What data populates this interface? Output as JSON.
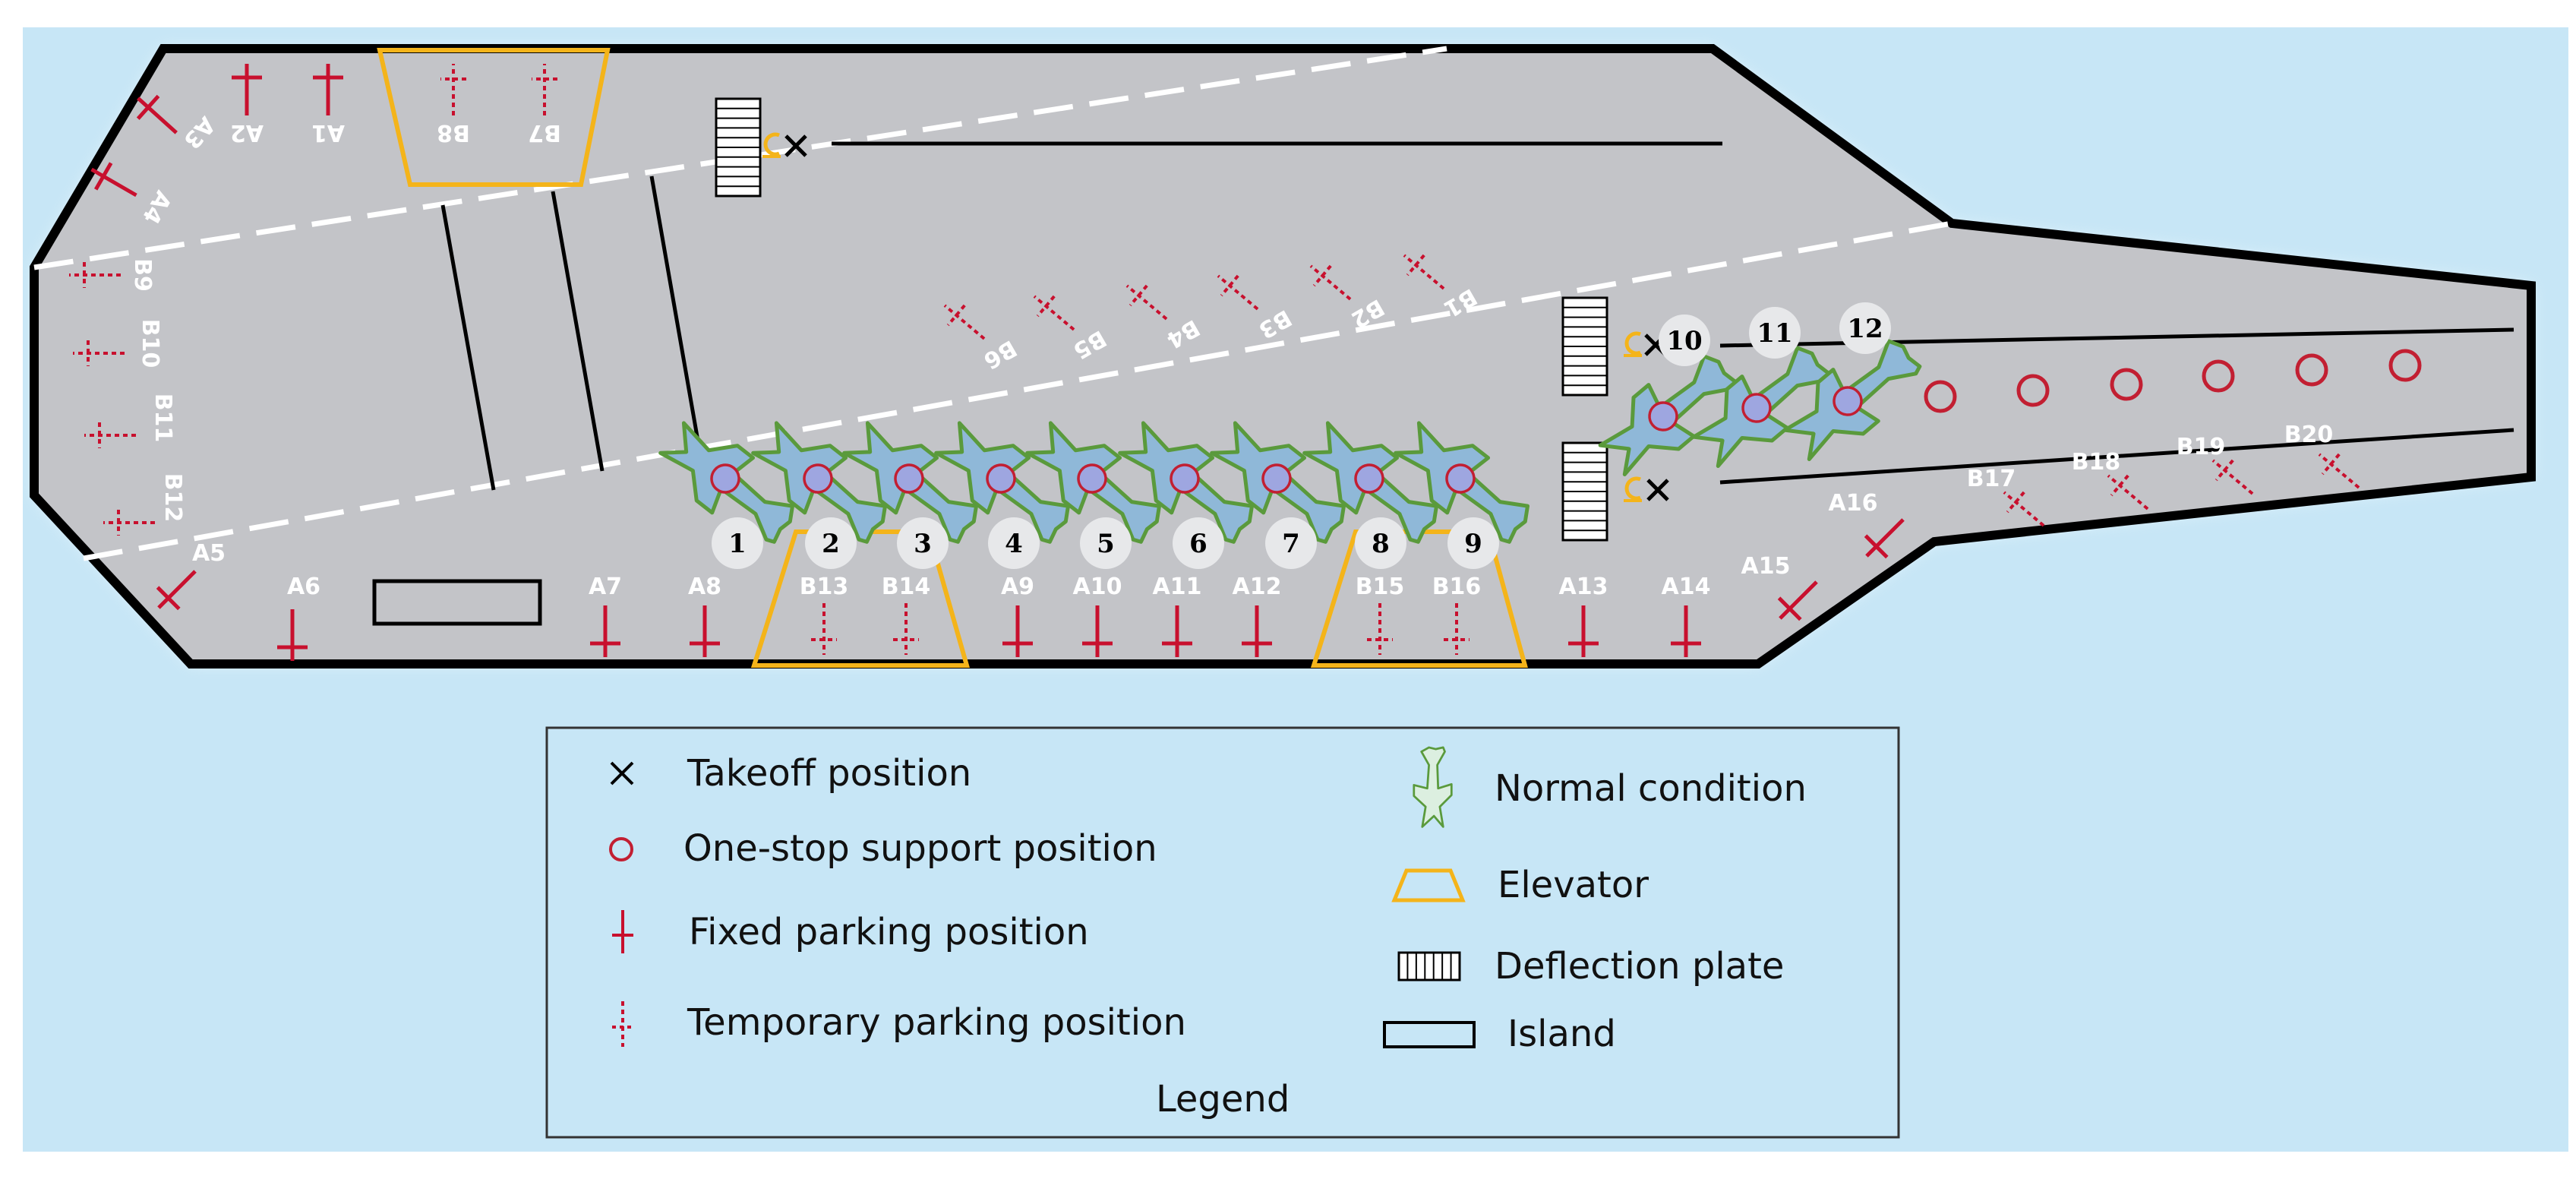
{
  "colors": {
    "sea": "#c7e6f6",
    "deck": "#c3c4c8",
    "outline": "#000000",
    "marker_red": "#c8102e",
    "elevator": "#f4b41a",
    "aircraft_fill": "#8fb8d8",
    "aircraft_edge": "#5a9a3c",
    "support": "#c21f32"
  },
  "fixed_parking": [
    "A1",
    "A2",
    "A3",
    "A4",
    "A5",
    "A6",
    "A7",
    "A8",
    "A9",
    "A10",
    "A11",
    "A12",
    "A13",
    "A14",
    "A15",
    "A16"
  ],
  "temporary_parking": [
    "B1",
    "B2",
    "B3",
    "B4",
    "B5",
    "B6",
    "B7",
    "B8",
    "B9",
    "B10",
    "B11",
    "B12",
    "B13",
    "B14",
    "B15",
    "B16",
    "B17",
    "B18",
    "B19",
    "B20"
  ],
  "aircraft_numbers": [
    "1",
    "2",
    "3",
    "4",
    "5",
    "6",
    "7",
    "8",
    "9",
    "10",
    "11",
    "12"
  ],
  "legend": {
    "title": "Legend",
    "items": [
      {
        "icon": "takeoff-x-icon",
        "label": "Takeoff position"
      },
      {
        "icon": "support-circle-icon",
        "label": "One-stop support position"
      },
      {
        "icon": "fixed-parking-icon",
        "label": "Fixed parking position"
      },
      {
        "icon": "temporary-parking-icon",
        "label": "Temporary parking position"
      },
      {
        "icon": "aircraft-icon",
        "label": "Normal condition"
      },
      {
        "icon": "elevator-icon",
        "label": "Elevator"
      },
      {
        "icon": "deflection-plate-icon",
        "label": "Deflection plate"
      },
      {
        "icon": "island-icon",
        "label": "Island"
      }
    ]
  }
}
